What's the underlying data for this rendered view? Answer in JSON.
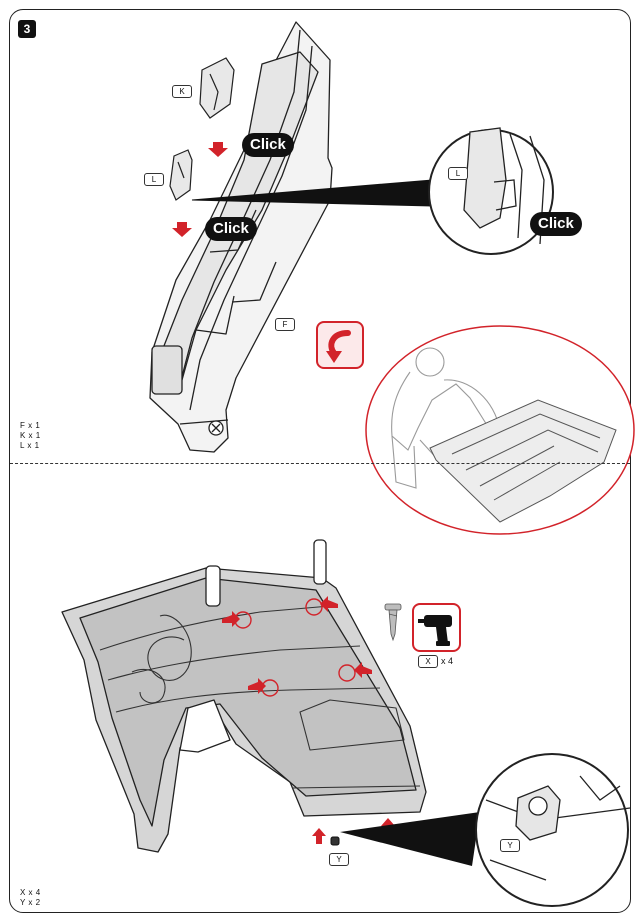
{
  "step": {
    "number": "3"
  },
  "upper_panel": {
    "part_labels": {
      "k": "K",
      "l": "L",
      "f": "F",
      "zoom_l": "L"
    },
    "click_callouts": [
      "Click",
      "Click",
      "Click"
    ],
    "quantities": [
      "F x 1",
      "K x 1",
      "L x 1"
    ]
  },
  "lower_panel": {
    "fastener_label": "X",
    "fastener_count": "x 4",
    "cap_label": "Y",
    "zoom_cap_label": "Y",
    "quantities": [
      "X x 4",
      "Y x 2"
    ]
  },
  "colors": {
    "accent": "#d2232a",
    "ink": "#222222",
    "badge_fill": "#fce9ea"
  },
  "icons": [
    "rotate-arrow-icon",
    "power-drill-icon",
    "screw-icon",
    "arrow-icon"
  ]
}
